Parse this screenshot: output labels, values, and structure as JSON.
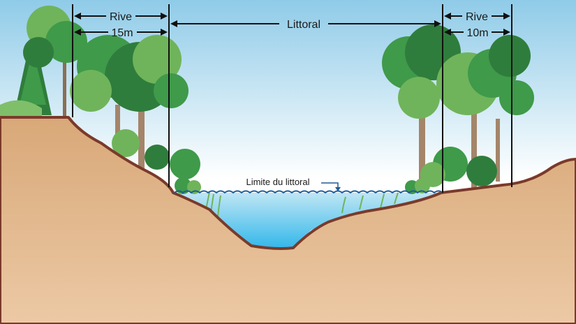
{
  "labels": {
    "left_rive": "Rive",
    "left_width": "15m",
    "littoral": "Littoral",
    "right_rive": "Rive",
    "right_width": "10m",
    "limit": "Limite du littoral"
  },
  "colors": {
    "sky_top": "#8fcbe8",
    "sky_bottom": "#ffffff",
    "ground": "#ddb48a",
    "ground_line": "#7a3a2a",
    "water": "#3bbbe8",
    "water_line": "#1f5c99",
    "tree_dark": "#2f7d3c",
    "tree_mid": "#3f9a4a",
    "tree_light": "#6fb45a",
    "trunk": "#a4856a"
  }
}
